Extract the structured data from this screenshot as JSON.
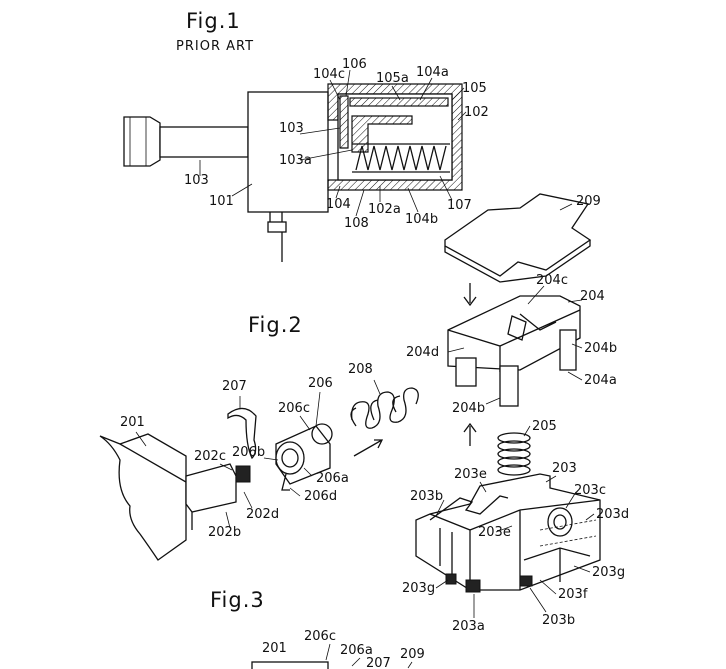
{
  "figures": {
    "fig1": {
      "title": "Fig.1",
      "subtitle": "PRIOR ART"
    },
    "fig2": {
      "title": "Fig.2"
    },
    "fig3": {
      "title": "Fig.3"
    }
  },
  "fig1_labels": [
    "104c",
    "106",
    "105a",
    "104a",
    "105",
    "102",
    "103",
    "103a",
    "103",
    "101",
    "104",
    "108",
    "102a",
    "104b",
    "107"
  ],
  "fig2_labels": [
    "209",
    "204c",
    "204",
    "204d",
    "204b",
    "204a",
    "204b",
    "208",
    "206",
    "207",
    "206c",
    "201",
    "206b",
    "202c",
    "206a",
    "206d",
    "202d",
    "202b",
    "205",
    "203e",
    "203",
    "203b",
    "203c",
    "203e",
    "203d",
    "203g",
    "203g",
    "203f",
    "203a",
    "203b"
  ],
  "fig3_labels": [
    "201",
    "206c",
    "206a",
    "207",
    "209"
  ]
}
